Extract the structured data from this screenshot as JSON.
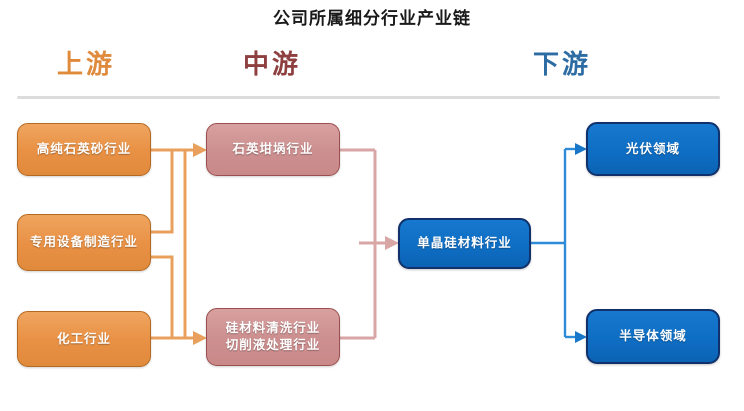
{
  "title": "公司所属细分行业产业链",
  "stages": [
    {
      "id": "upstream",
      "label": "上游",
      "color": "#E08A3C"
    },
    {
      "id": "midstream",
      "label": "中游",
      "color": "#8E4040"
    },
    {
      "id": "downstream",
      "label": "下游",
      "color": "#2E6DA4"
    }
  ],
  "nodes": {
    "upstream": [
      {
        "id": "quartz-sand",
        "label": "高纯石英砂行业",
        "color": "#E89044"
      },
      {
        "id": "equipment",
        "label": "专用设备制造行业",
        "color": "#E89044"
      },
      {
        "id": "chemical",
        "label": "化工行业",
        "color": "#E89044"
      }
    ],
    "midstream": [
      {
        "id": "crucible",
        "label": "石英坩埚行业",
        "color": "#CC8F8F"
      },
      {
        "id": "cleaning",
        "label_line1": "硅材料清洗行业",
        "label_line2": "切削液处理行业",
        "color": "#CC8F8F"
      }
    ],
    "core": [
      {
        "id": "silicon",
        "label": "单晶硅材料行业",
        "color": "#0E6EC4"
      }
    ],
    "downstream": [
      {
        "id": "pv",
        "label": "光伏领域",
        "color": "#0E6EC4"
      },
      {
        "id": "semiconductor",
        "label": "半导体领域",
        "color": "#0E6EC4"
      }
    ]
  },
  "connectors": {
    "upstream_to_midstream_color": "#E8A05C",
    "midstream_to_core_color": "#D9A6A6",
    "core_to_downstream_color": "#2E8BD8"
  }
}
